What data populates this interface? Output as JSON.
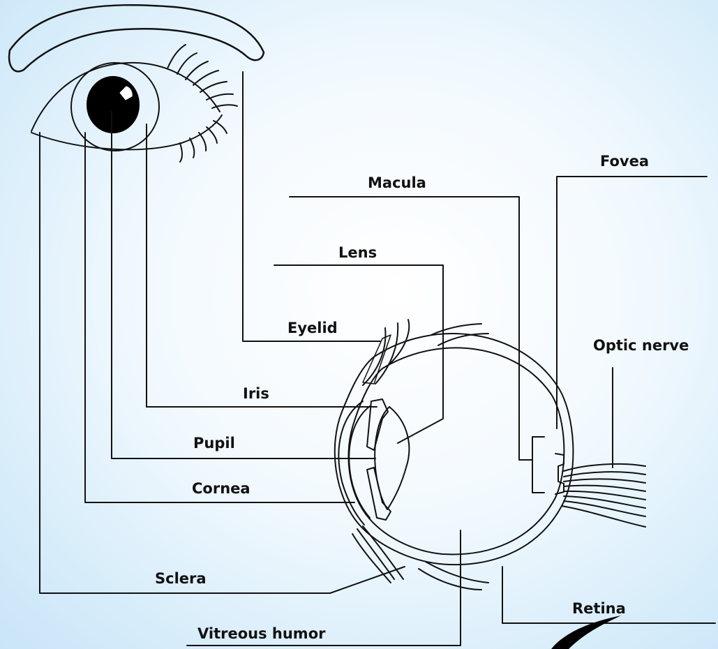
{
  "labels": {
    "fovea": "Fovea",
    "macula": "Macula",
    "lens": "Lens",
    "eyelid": "Eyelid",
    "optic_nerve": "Optic nerve",
    "iris": "Iris",
    "pupil": "Pupil",
    "cornea": "Cornea",
    "sclera": "Sclera",
    "retina": "Retina",
    "vitreous_humor": "Vitreous humor"
  },
  "colors": {
    "line": "#111111",
    "background": "#eaf5fd",
    "pupil": "#000000"
  }
}
